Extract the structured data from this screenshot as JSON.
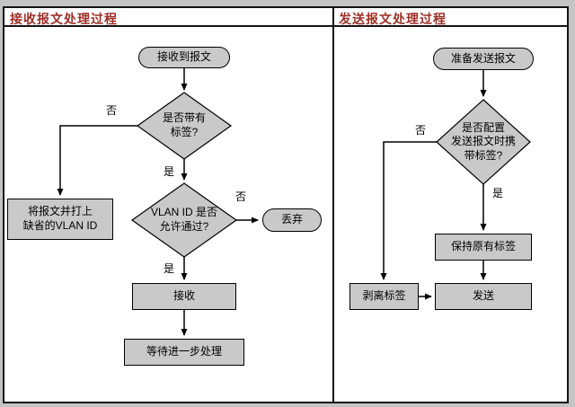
{
  "left": {
    "title": "接收报文处理过程",
    "start": "接收到报文",
    "decision_tag": "是否带有\n标签?",
    "default_vlan_box": "将报文并打上\n缺省的VLAN ID",
    "decision_vlan": "VLAN ID 是否\n允许通过?",
    "discard": "丢弃",
    "receive": "接收",
    "wait": "等待进一步处理",
    "label_no_tag": "否",
    "label_yes_tag": "是",
    "label_no_vlan": "否",
    "label_yes_vlan": "是"
  },
  "right": {
    "title": "发送报文处理过程",
    "start": "准备发送报文",
    "decision_config": "是否配置\n发送报文时携\n带标签?",
    "strip": "剥离标签",
    "keep": "保持原有标签",
    "send": "发送",
    "label_no": "否",
    "label_yes": "是"
  },
  "colors": {
    "title_color": "#9c2f26",
    "node_fill": "#c9c9c9",
    "node_border": "#000000",
    "line_color": "#000000",
    "frame_bg": "#ffffff",
    "outer_bg": "#c4c4c4"
  }
}
